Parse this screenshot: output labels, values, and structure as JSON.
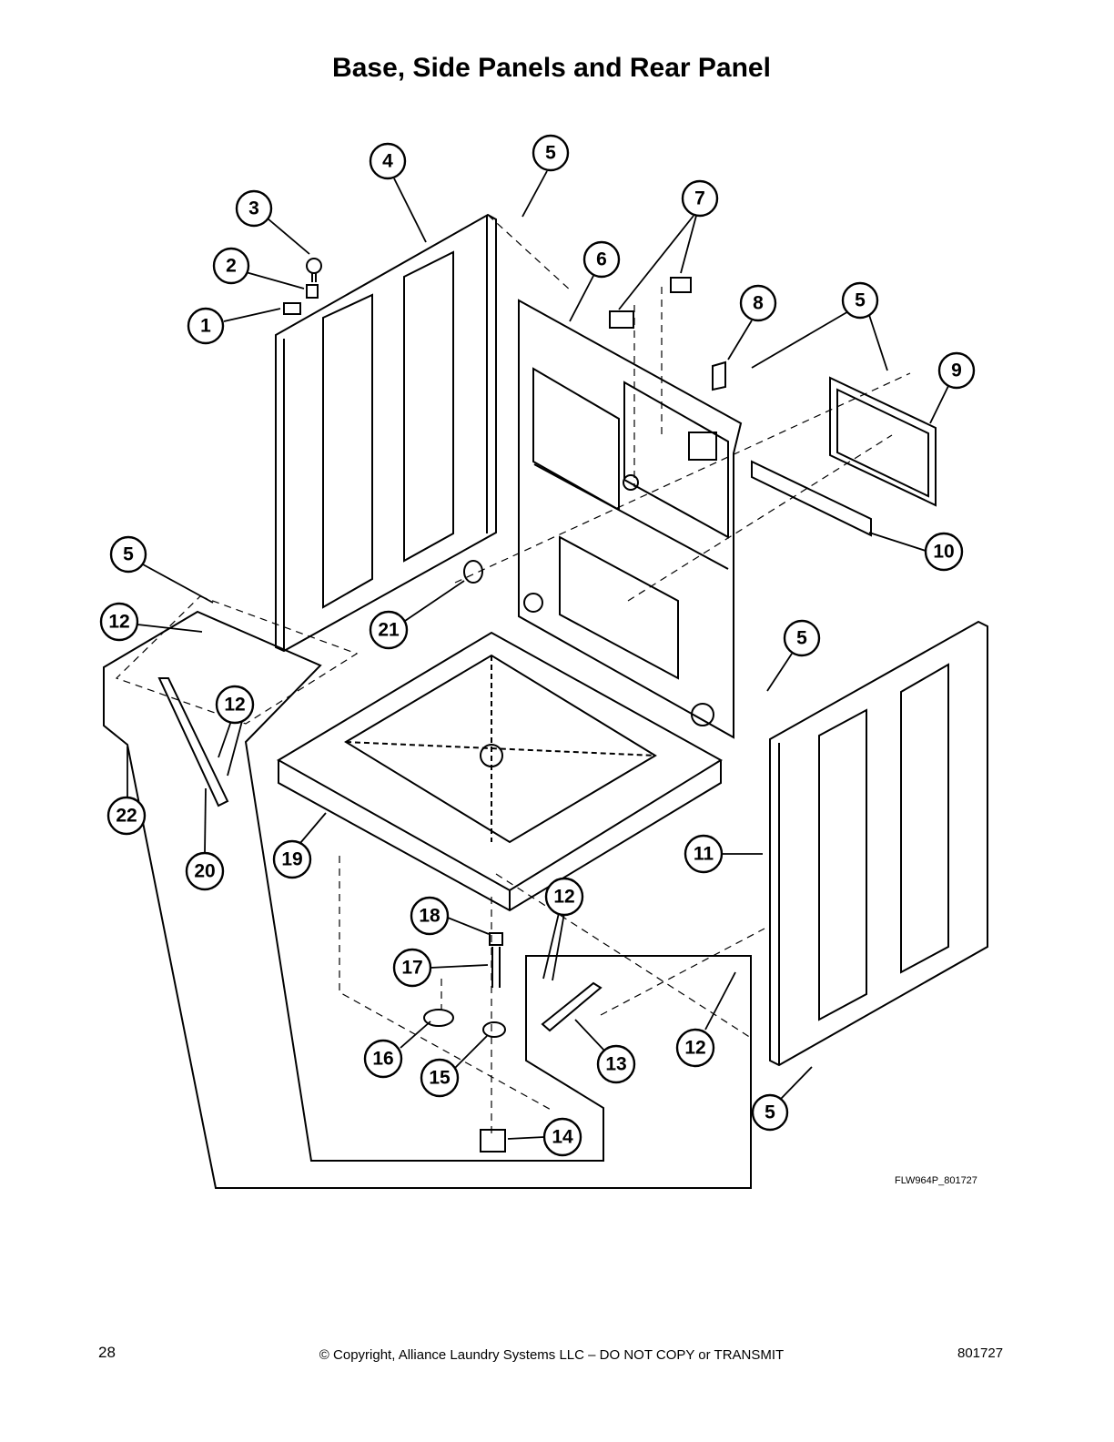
{
  "title": "Base, Side Panels and Rear Panel",
  "drawing_id": "FLW964P_801727",
  "footer": {
    "page_number": "28",
    "copyright": "© Copyright, Alliance Laundry Systems LLC – DO NOT COPY or TRANSMIT",
    "doc_number": "801727"
  },
  "callouts": [
    {
      "label": "1"
    },
    {
      "label": "2"
    },
    {
      "label": "3"
    },
    {
      "label": "4"
    },
    {
      "label": "5"
    },
    {
      "label": "7"
    },
    {
      "label": "6"
    },
    {
      "label": "8"
    },
    {
      "label": "5"
    },
    {
      "label": "9"
    },
    {
      "label": "10"
    },
    {
      "label": "5"
    },
    {
      "label": "12"
    },
    {
      "label": "21"
    },
    {
      "label": "5"
    },
    {
      "label": "12"
    },
    {
      "label": "22"
    },
    {
      "label": "20"
    },
    {
      "label": "19"
    },
    {
      "label": "11"
    },
    {
      "label": "18"
    },
    {
      "label": "12"
    },
    {
      "label": "17"
    },
    {
      "label": "16"
    },
    {
      "label": "15"
    },
    {
      "label": "13"
    },
    {
      "label": "12"
    },
    {
      "label": "5"
    },
    {
      "label": "14"
    }
  ]
}
